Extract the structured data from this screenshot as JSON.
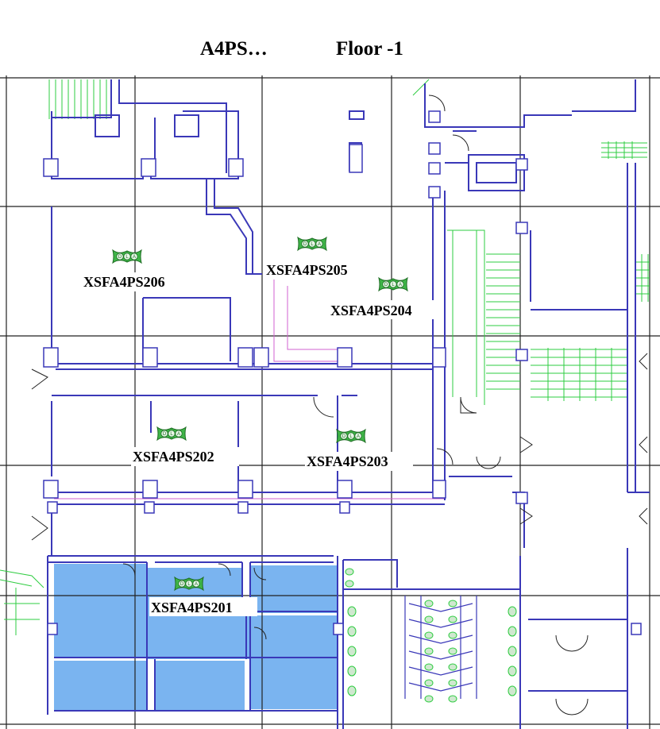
{
  "header": {
    "building": "A4PS…",
    "floor": "Floor -1"
  },
  "sensor_icon": "dla-sensor-icon",
  "colors": {
    "wall": "#3a38b8",
    "grid": "#222222",
    "stairs": "#2ecc40",
    "highlight_room": "#7ab4f0",
    "sensor": "#3fb548"
  },
  "sensors": [
    {
      "id": "XSFA4PS206",
      "label": "XSFA4PS206",
      "highlighted": false
    },
    {
      "id": "XSFA4PS205",
      "label": "XSFA4PS205",
      "highlighted": false
    },
    {
      "id": "XSFA4PS204",
      "label": "XSFA4PS204",
      "highlighted": false
    },
    {
      "id": "XSFA4PS202",
      "label": "XSFA4PS202",
      "highlighted": false
    },
    {
      "id": "XSFA4PS203",
      "label": "XSFA4PS203",
      "highlighted": false
    },
    {
      "id": "XSFA4PS201",
      "label": "XSFA4PS201",
      "highlighted": true
    }
  ]
}
